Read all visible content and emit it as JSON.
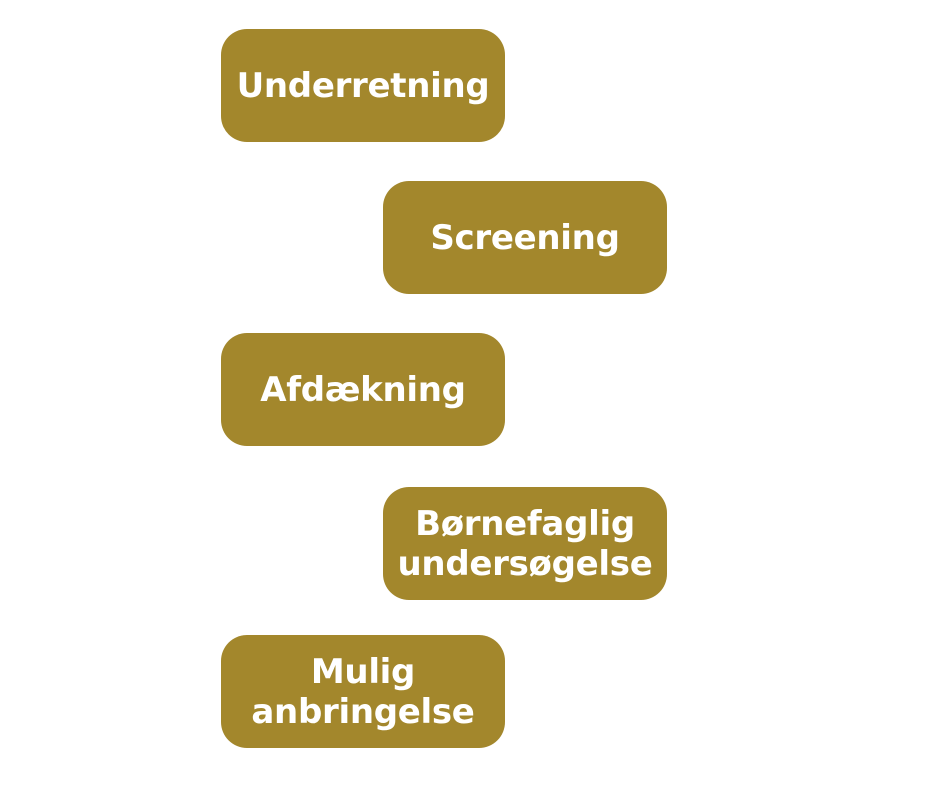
{
  "diagram": {
    "box_color": "#a3872c",
    "text_color": "#ffffff",
    "steps": [
      {
        "label": "Underretning"
      },
      {
        "label": "Screening"
      },
      {
        "label": "Afdækning"
      },
      {
        "label": "Børnefaglig\nundersøgelse"
      },
      {
        "label": "Mulig\nanbringelse"
      }
    ]
  }
}
